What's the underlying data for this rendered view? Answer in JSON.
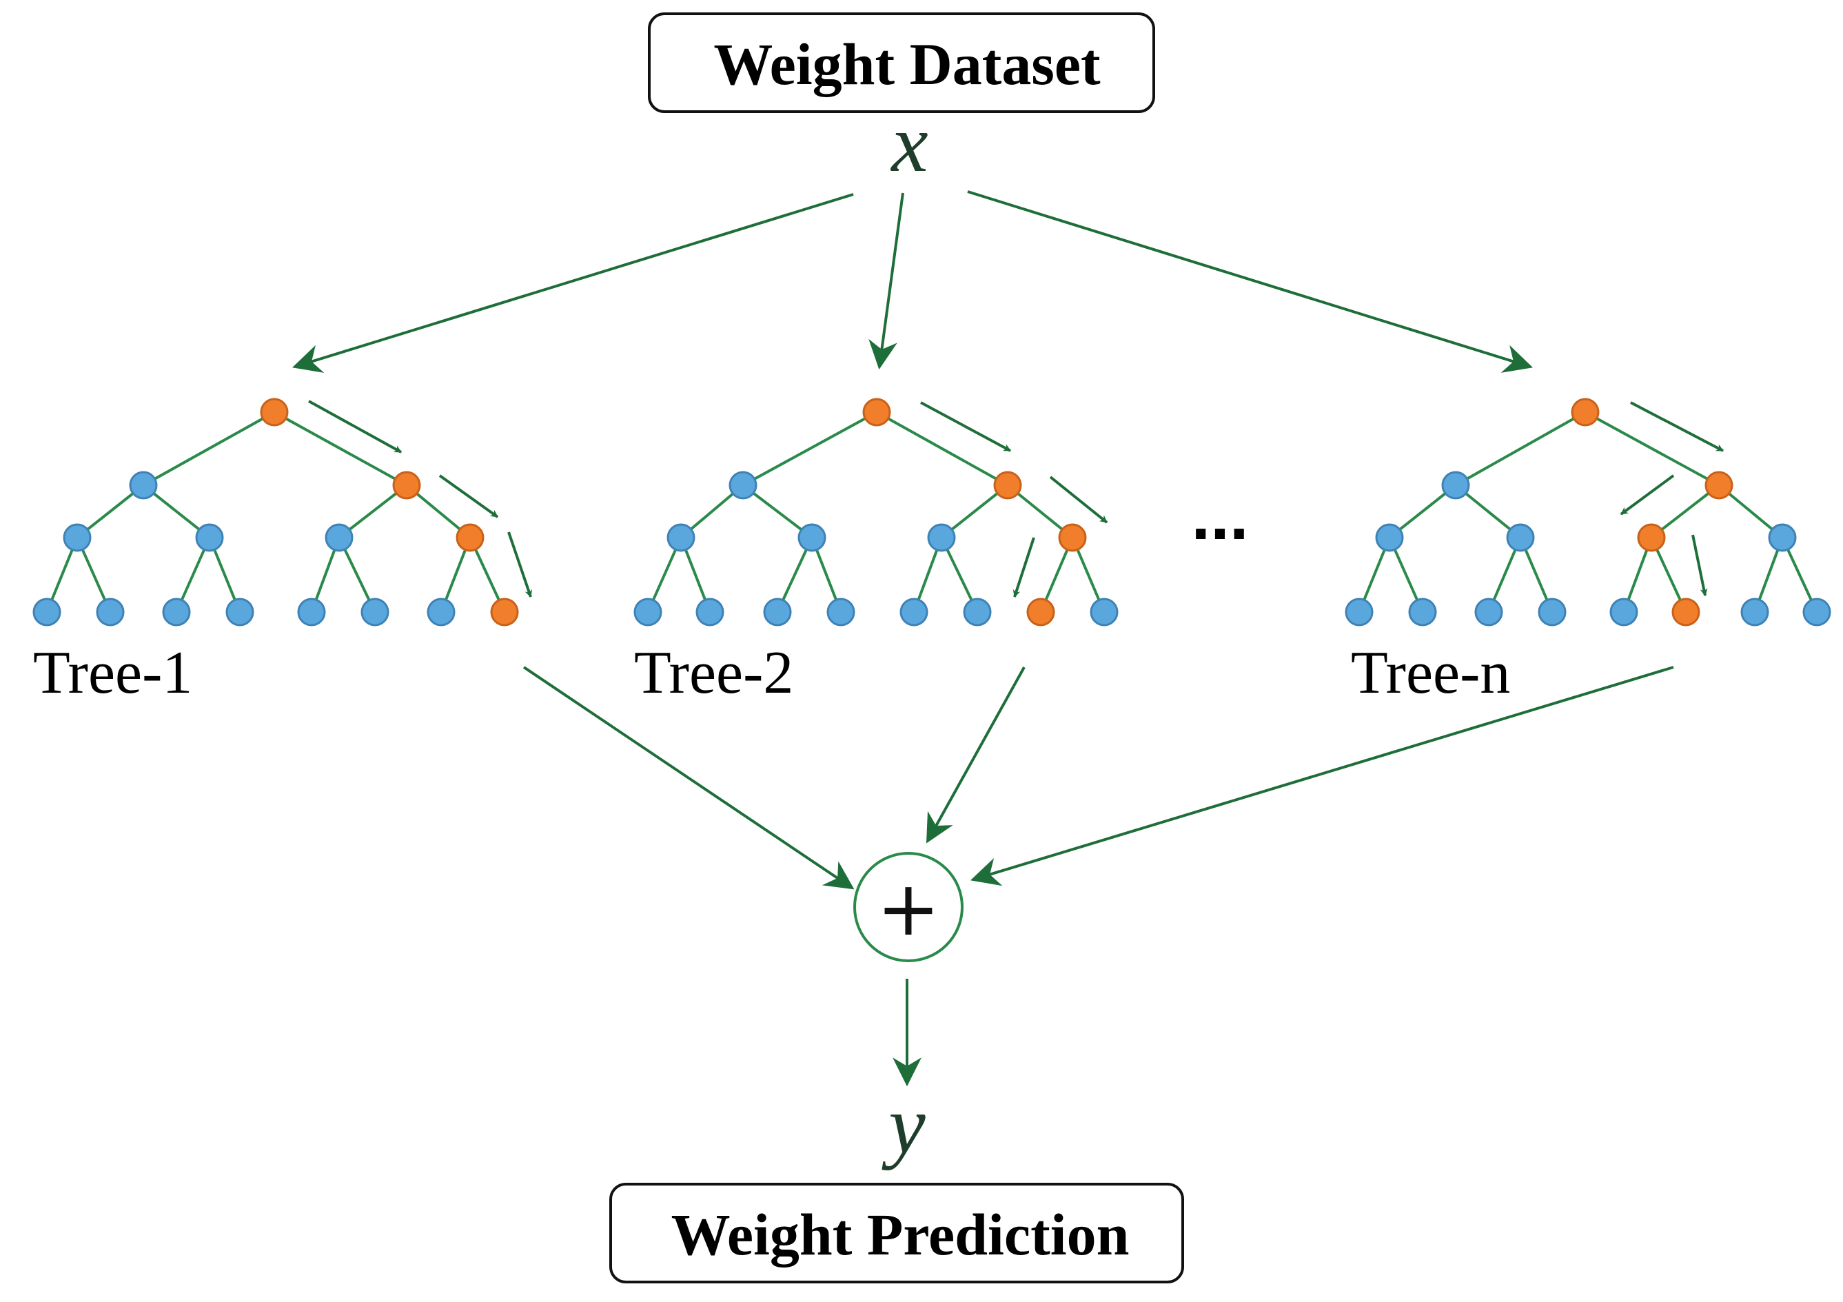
{
  "input_box": {
    "label": "Weight Dataset"
  },
  "input_var": "x",
  "trees": [
    {
      "label": "Tree-1"
    },
    {
      "label": "Tree-2"
    },
    {
      "label": "Tree-n"
    }
  ],
  "ellipsis": "...",
  "aggregator": {
    "symbol": "+"
  },
  "output_var": "y",
  "output_box": {
    "label": "Weight Prediction"
  },
  "colors": {
    "arrow": "#1e6e3a",
    "edge": "#2a8a4a",
    "node_default": "#5aa7dd",
    "node_active": "#f07e2a"
  }
}
